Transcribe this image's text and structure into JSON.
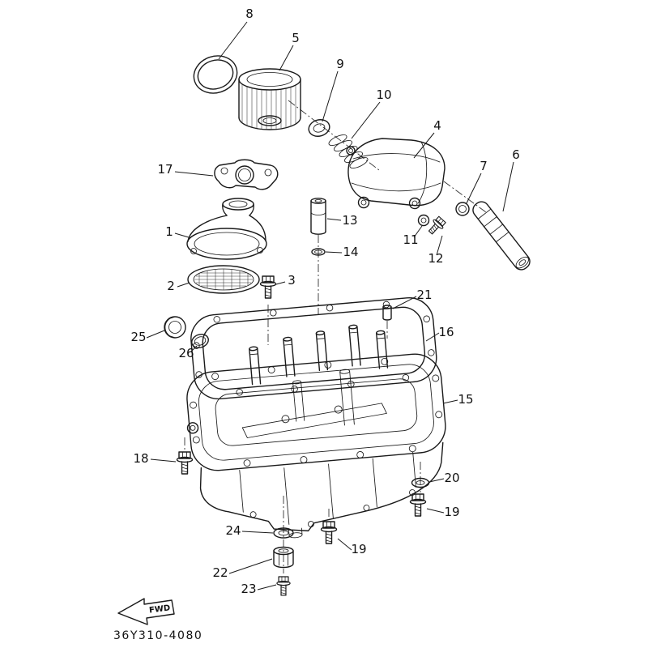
{
  "diagram": {
    "code": "36Y310-4080",
    "fwd_label": "FWD",
    "ink_color": "#1a1a1a",
    "callouts": [
      "8",
      "5",
      "9",
      "10",
      "4",
      "6",
      "7",
      "17",
      "1",
      "13",
      "11",
      "12",
      "14",
      "2",
      "3",
      "21",
      "25",
      "26",
      "16",
      "15",
      "18",
      "20",
      "19",
      "24",
      "19",
      "22",
      "23"
    ]
  }
}
